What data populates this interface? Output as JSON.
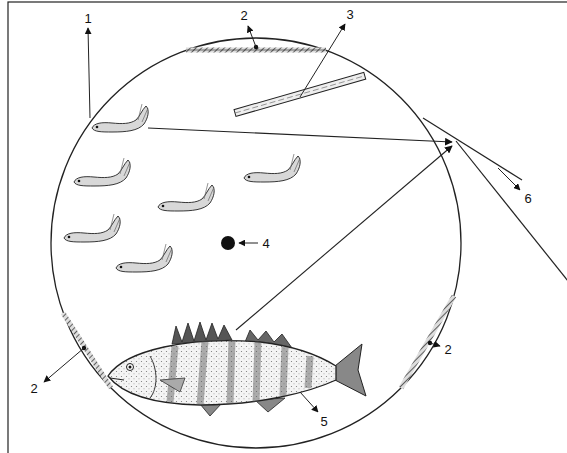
{
  "diagram": {
    "labels": [
      "1",
      "2",
      "3",
      "6",
      "4",
      "2",
      "2",
      "5"
    ]
  }
}
